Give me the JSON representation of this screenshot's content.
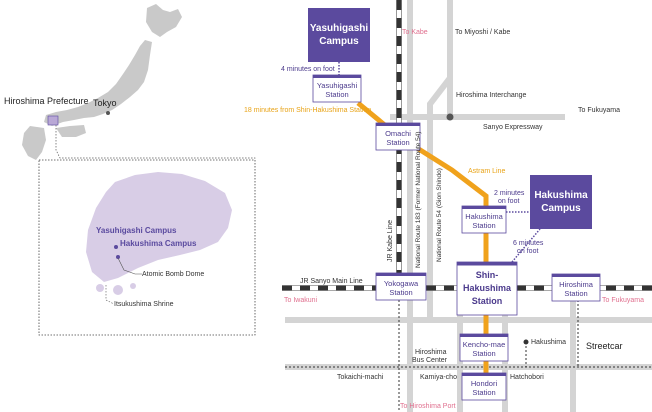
{
  "japan_map": {
    "prefecture_label": "Hiroshima Prefecture",
    "tokyo_label": "Tokyo"
  },
  "inset": {
    "yasuhigashi_label": "Yasuhigashi Campus",
    "hakushima_label": "Hakushima Campus",
    "atomic_bomb_label": "Atomic Bomb Dome",
    "itsukushima_label": "Itsukushima Shrine"
  },
  "campuses": {
    "yasuhigashi": {
      "line1": "Yasuhigashi",
      "line2": "Campus"
    },
    "hakushima": {
      "line1": "Hakushima",
      "line2": "Campus"
    }
  },
  "stations": {
    "yasuhigashi": {
      "line1": "Yasuhigashi",
      "line2": "Station"
    },
    "omachi": {
      "line1": "Omachi",
      "line2": "Station"
    },
    "hakushima": {
      "line1": "Hakushima",
      "line2": "Station"
    },
    "yokogawa": {
      "line1": "Yokogawa",
      "line2": "Station"
    },
    "shin_hakushima": {
      "line1": "Shin-",
      "line2": "Hakushima",
      "line3": "Station"
    },
    "hiroshima": {
      "line1": "Hiroshima",
      "line2": "Station"
    },
    "kencho_mae": {
      "line1": "Kencho-mae",
      "line2": "Station"
    },
    "hondori": {
      "line1": "Hondori",
      "line2": "Station"
    }
  },
  "labels": {
    "to_kabe": "To Kabe",
    "to_miyoshi_kabe": "To Miyoshi / Kabe",
    "four_minutes": "4 minutes on foot",
    "eighteen_minutes": "18 minutes from Shin-Hakushima Station",
    "hiroshima_interchange": "Hiroshima Interchange",
    "to_fukuyama_top": "To Fukuyama",
    "sanyo_expressway": "Sanyo Expressway",
    "astram_line": "Astram Line",
    "two_minutes_line1": "2 minutes",
    "two_minutes_line2": "on foot",
    "six_minutes_line1": "6 minutes",
    "six_minutes_line2": "on foot",
    "jr_kabe_line": "JR Kabe Line",
    "route_183": "National Route 183 (Former National Route 54)",
    "route_54": "National Route 54 (Gion Shindo)",
    "jr_sanyo_main_line": "JR Sanyo Main Line",
    "to_iwakuni": "To Iwakuni",
    "to_fukuyama_bottom": "To Fukuyama",
    "hakushima_stop": "Hakushima",
    "streetcar": "Streetcar",
    "hiroshima_bus_center_line1": "Hiroshima",
    "hiroshima_bus_center_line2": "Bus Center",
    "tokaichi_machi": "Tokaichi-machi",
    "kamiya_cho": "Kamiya-cho",
    "hatchobori": "Hatchobori",
    "to_hiroshima_port": "To Hiroshima Port"
  },
  "colors": {
    "campus": "#5b4a9e",
    "station_border": "#5b4a9e",
    "astram": "#f0a21c",
    "road": "#d4d4d4",
    "prefecture_fill": "#d8cde6",
    "japan_fill": "#c9c9c9",
    "pink_text": "#e0708f"
  }
}
